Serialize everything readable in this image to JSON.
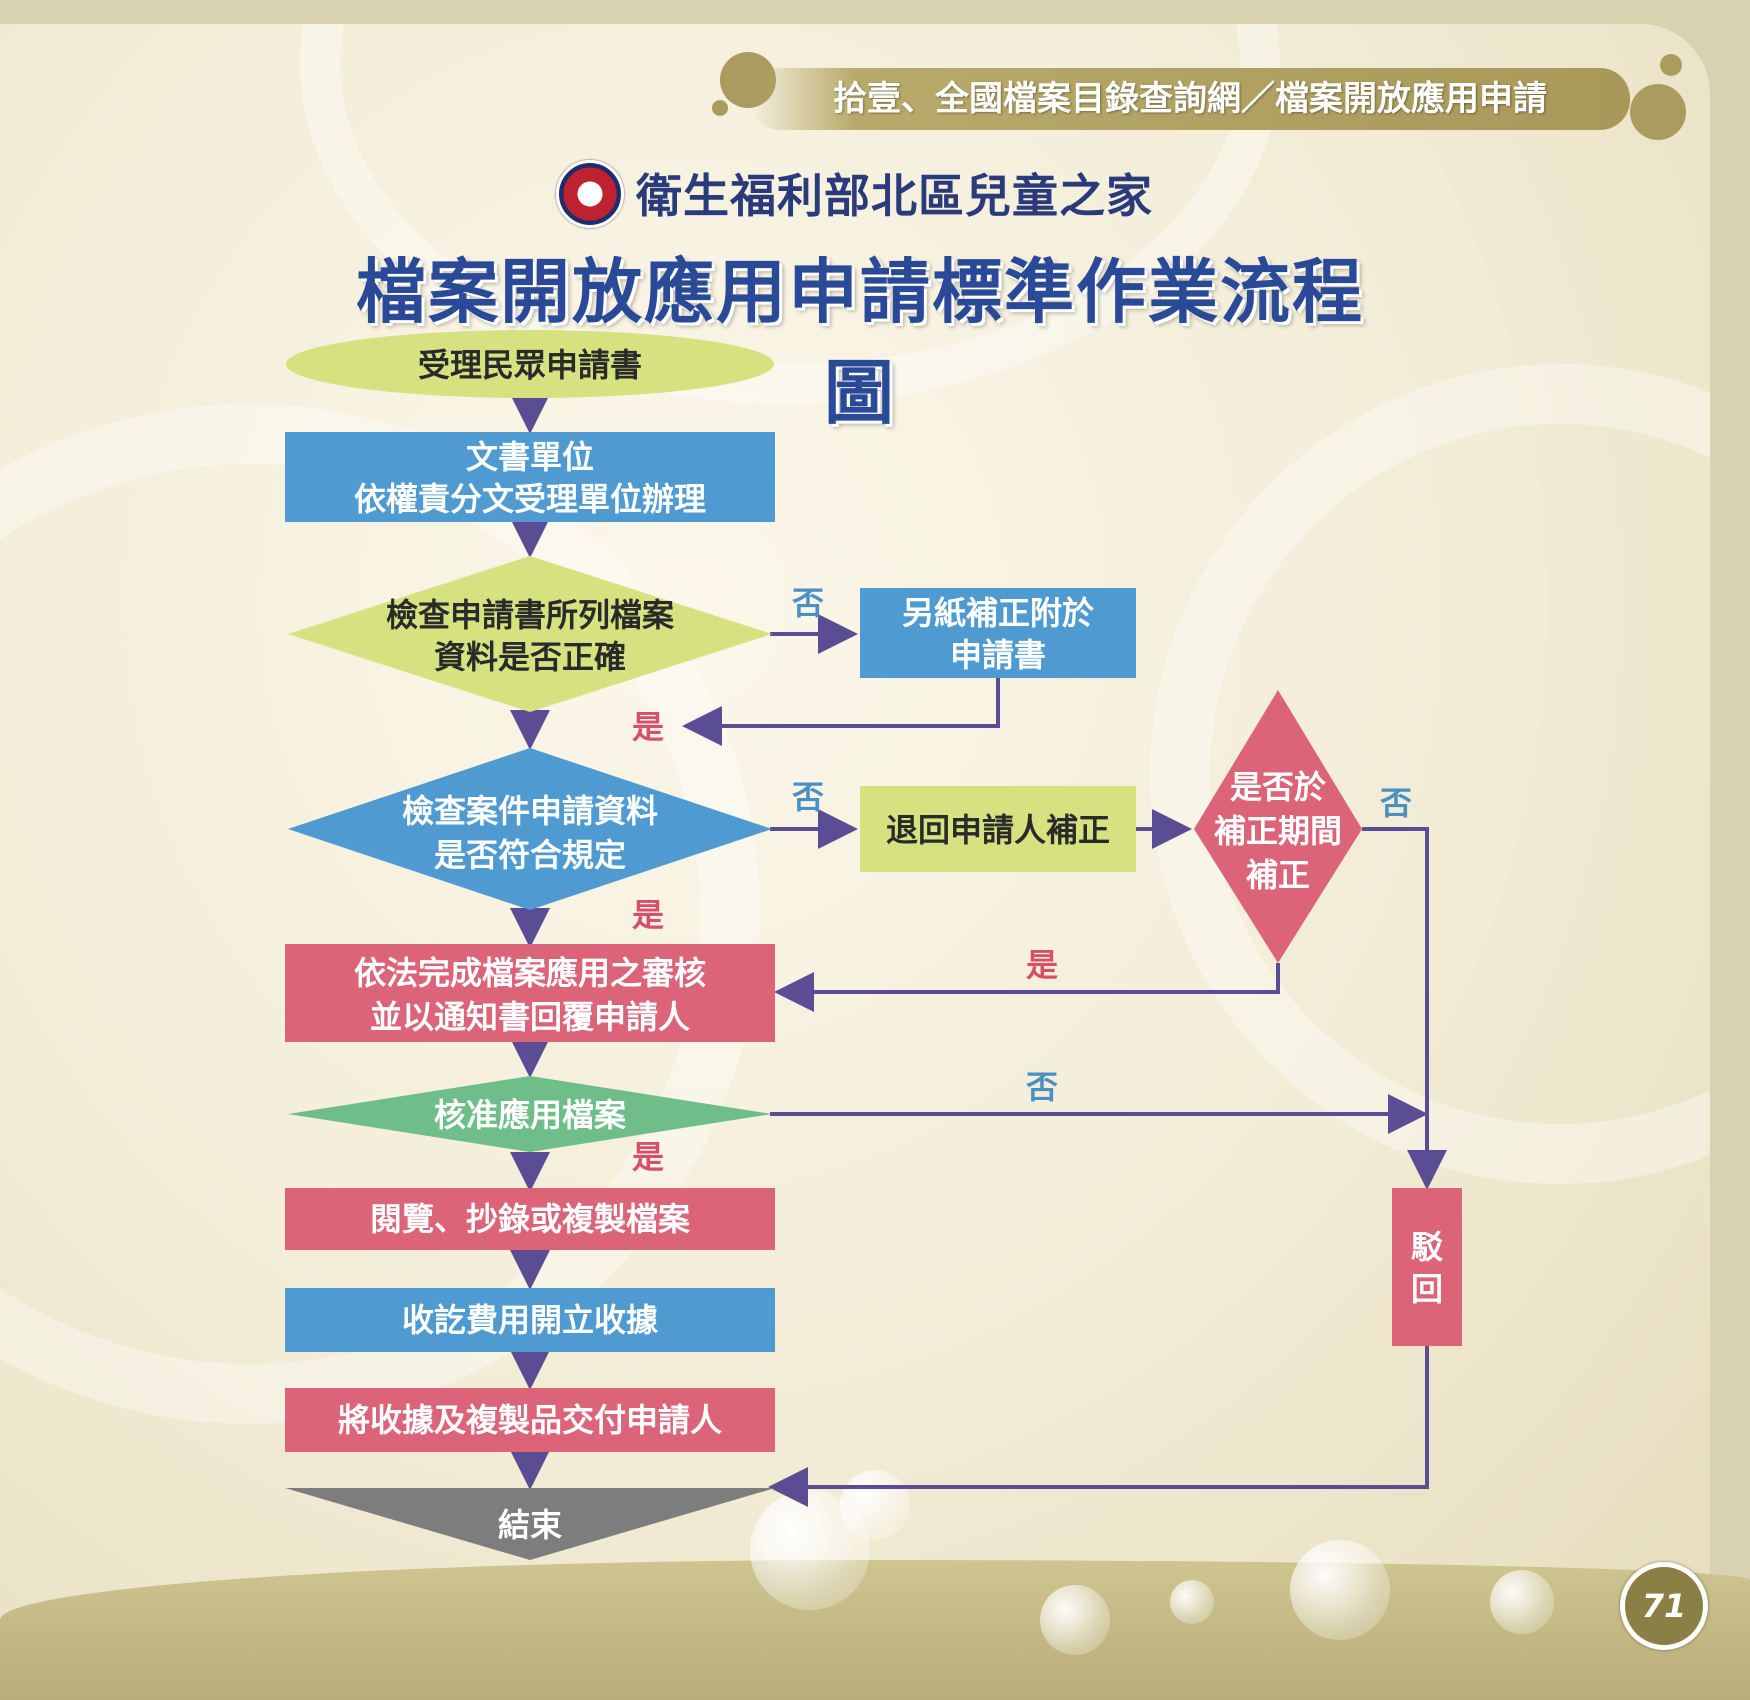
{
  "header": {
    "section_title": "拾壹、全國檔案目錄查詢網／檔案開放應用申請",
    "org_name": "衛生福利部北區兒童之家",
    "main_title": "檔案開放應用申請標準作業流程圖"
  },
  "flow": {
    "start": "受理民眾申請書",
    "step_dispatch_line1": "文書單位",
    "step_dispatch_line2": "依權責分文受理單位辦理",
    "check1_line1": "檢查申請書所列檔案",
    "check1_line2": "資料是否正確",
    "fix1_line1": "另紙補正附於",
    "fix1_line2": "申請書",
    "check2_line1": "檢查案件申請資料",
    "check2_line2": "是否符合規定",
    "return_fix": "退回申請人補正",
    "deadline_line1": "是否於",
    "deadline_line2": "補正期間",
    "deadline_line3": "補正",
    "review_line1": "依法完成檔案應用之審核",
    "review_line2": "並以通知書回覆申請人",
    "approve": "核准應用檔案",
    "view_copy": "閱覽、抄錄或複製檔案",
    "fee": "收訖費用開立收據",
    "deliver": "將收據及複製品交付申請人",
    "reject_line1": "駁",
    "reject_line2": "回",
    "end": "結束",
    "yes": "是",
    "no": "否"
  },
  "colors": {
    "blue": "#4f9ad0",
    "pink": "#dc6479",
    "lime": "#d5e27f",
    "green": "#6fbe8a",
    "gray": "#7d7d7d",
    "arrow": "#5b4d93"
  },
  "page_number": "71"
}
